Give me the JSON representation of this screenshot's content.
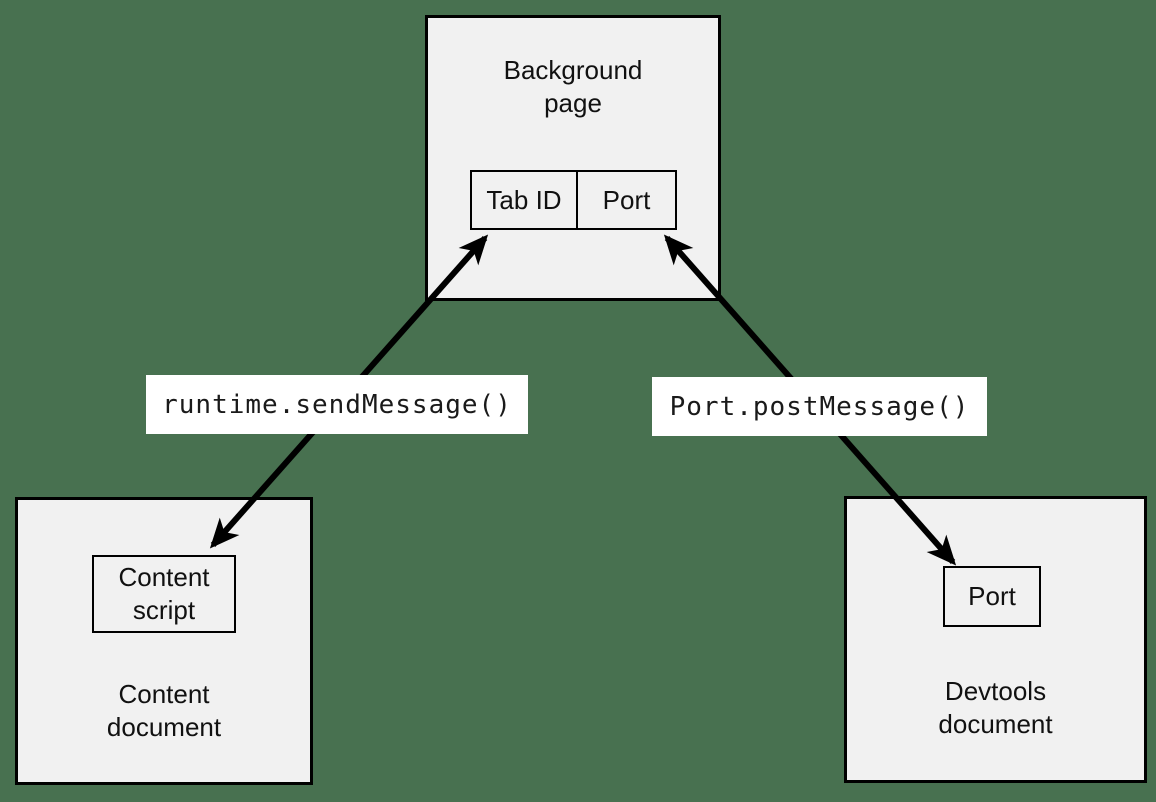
{
  "diagram": {
    "nodes": {
      "background_page": {
        "title": "Background\npage",
        "tab_id": "Tab ID",
        "port": "Port"
      },
      "content_document": {
        "title": "Content\ndocument",
        "content_script": "Content\nscript"
      },
      "devtools_document": {
        "title": "Devtools\ndocument",
        "port": "Port"
      }
    },
    "edges": {
      "runtime_send_message": {
        "label": "runtime.sendMessage()",
        "from": "Content script",
        "to": "Tab ID",
        "bidirectional": true
      },
      "port_post_message": {
        "label": "Port.postMessage()",
        "from": "Port (Devtools document)",
        "to": "Port (Background page)",
        "bidirectional": true
      }
    },
    "colors": {
      "canvas_bg": "#487150",
      "node_fill": "#f1f1f1",
      "node_border": "#000000",
      "edge_label_bg": "#ffffff",
      "arrow": "#000000"
    }
  }
}
